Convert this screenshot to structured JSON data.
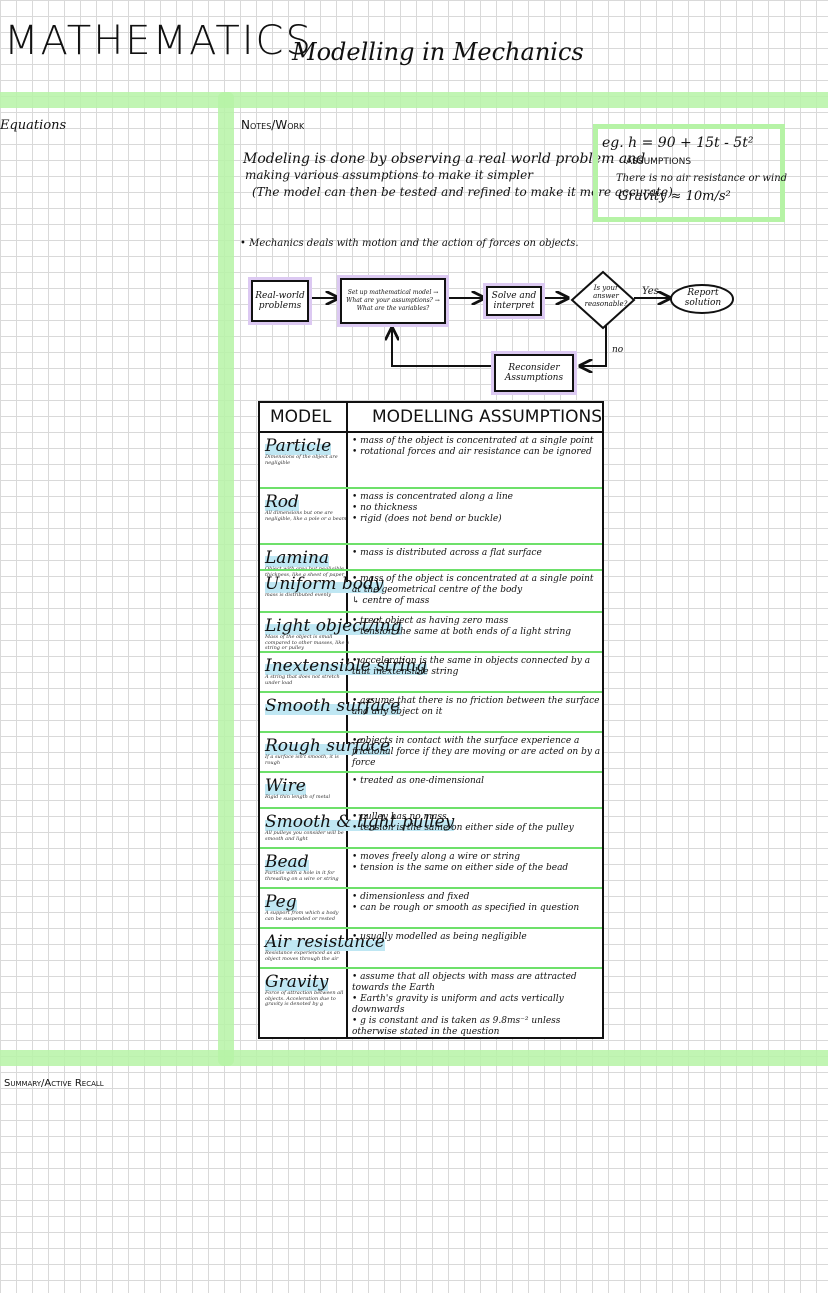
{
  "header": {
    "title": "Mathematics",
    "subtitle": "Modelling in Mechanics"
  },
  "sections": {
    "equations": "Equations",
    "notes": "Notes/Work",
    "summary": "Summary/Active Recall"
  },
  "intro": {
    "line1": "Modeling is done by observing a real world problem and",
    "line2": "making various assumptions to make it simpler",
    "line3": "(The model can then be tested and refined to make it more accurate)"
  },
  "example": {
    "equation": "eg. h = 90 + 15t - 5t²",
    "heading": "Assumptions",
    "line1": "There is no air resistance or wind",
    "line2": "Gravity ≈ 10m/s²"
  },
  "mechanics_note": "• Mechanics deals with motion and the action of forces on objects.",
  "flow": {
    "real_world": "Real-world problems",
    "setup": "Set up mathematical model → What are your assumptions? → What are the variables?",
    "solve": "Solve and interpret",
    "decision": "Is your answer reasonable?",
    "yes": "Yes",
    "no": "no",
    "report": "Report solution",
    "reconsider": "Reconsider Assumptions"
  },
  "table": {
    "col1": "Model",
    "col2": "Modelling Assumptions",
    "rows": [
      {
        "name": "Particle",
        "sub": "Dimensions of the object are negligible",
        "a": [
          "• mass of the object is concentrated at a single point",
          "• rotational forces and air resistance can be ignored"
        ]
      },
      {
        "name": "Rod",
        "sub": "All dimensions but one are negligible, like a pole or a beam",
        "a": [
          "• mass is concentrated along a line",
          "• no thickness",
          "• rigid (does not bend or buckle)"
        ]
      },
      {
        "name": "Lamina",
        "sub": "Object with area but negligible thickness, like a sheet of paper",
        "a": [
          "• mass is distributed across a flat surface"
        ]
      },
      {
        "name": "Uniform body",
        "sub": "mass is distributed evenly",
        "a": [
          "• mass of the object is concentrated at a single point at the geometrical centre of the body",
          "  ↳ centre of mass"
        ]
      },
      {
        "name": "Light object/ing",
        "sub": "Mass of the object is small compared to other masses, like a string or pulley",
        "a": [
          "• treat object as having zero mass",
          "• tension the same at both ends of a light string"
        ]
      },
      {
        "name": "Inextensible string",
        "sub": "A string that does not stretch under load",
        "a": [
          "• acceleration is the same in objects connected by a taut inextensible string"
        ]
      },
      {
        "name": "Smooth surface",
        "sub": "",
        "a": [
          "• assume that there is no friction between the surface and any object on it"
        ]
      },
      {
        "name": "Rough surface",
        "sub": "If a surface isn't smooth, it is rough",
        "a": [
          "• objects in contact with the surface experience a frictional force if they are moving or are acted on by a force"
        ]
      },
      {
        "name": "Wire",
        "sub": "Rigid thin length of metal",
        "a": [
          "• treated as one-dimensional"
        ]
      },
      {
        "name": "Smooth & light pulley",
        "sub": "All pulleys you consider will be smooth and light",
        "a": [
          "• pulley has no mass",
          "• tension is the same on either side of the pulley"
        ]
      },
      {
        "name": "Bead",
        "sub": "Particle with a hole in it for threading on a wire or string",
        "a": [
          "• moves freely along a wire or string",
          "• tension is the same on either side of the bead"
        ]
      },
      {
        "name": "Peg",
        "sub": "A support from which a body can be suspended or rested",
        "a": [
          "• dimensionless and fixed",
          "• can be rough or smooth as specified in question"
        ]
      },
      {
        "name": "Air resistance",
        "sub": "Resistance experienced as an object moves through the air",
        "a": [
          "• usually modelled as being negligible"
        ]
      },
      {
        "name": "Gravity",
        "sub": "Force of attraction between all objects. Acceleration due to gravity is denoted by g",
        "a": [
          "• assume that all objects with mass are attracted towards the Earth",
          "• Earth's gravity is uniform and acts vertically downwards",
          "• g is constant and is taken as 9.8ms⁻² unless otherwise stated in the question"
        ]
      }
    ]
  }
}
